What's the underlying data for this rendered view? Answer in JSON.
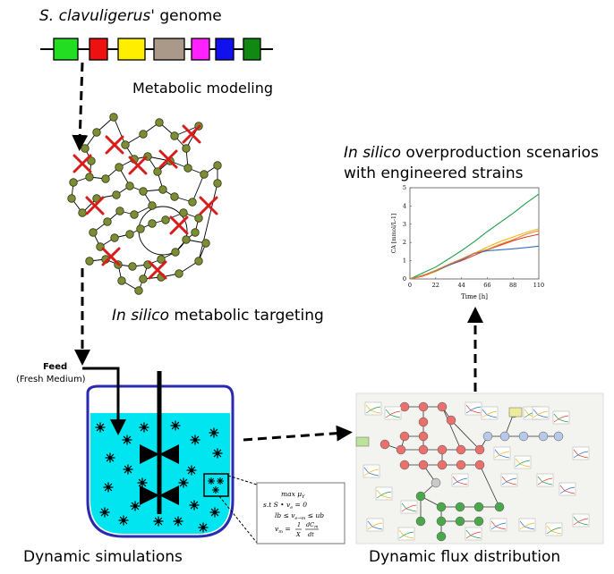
{
  "labels": {
    "genome_italic": "S. clavuligerus'",
    "genome_rest": " genome",
    "metabolic_modeling": "Metabolic modeling",
    "targeting_italic": "In silico",
    "targeting_rest": " metabolic targeting",
    "overproduction_italic": "In silico",
    "overproduction_line1_rest": " overproduction scenarios",
    "overproduction_line2": "with engineered strains",
    "feed": "Feed",
    "fresh_medium": "(Fresh Medium)",
    "dynamic_simulations": "Dynamic simulations",
    "dynamic_flux": "Dynamic flux distribution"
  },
  "genome_colors": [
    "#22dd22",
    "#ee1111",
    "#ffee00",
    "#aa9988",
    "#ff22ff",
    "#1111ee",
    "#118811"
  ],
  "equations": {
    "line1": "max μ",
    "line1_sub": "Y",
    "line2": "s.t   S • v",
    "line2_sub": "e",
    "line2_rest": " = 0",
    "line3": "lb ≤ v",
    "line3_sub": "e→m",
    "line3_rest": " ≤ ub",
    "line4_lhs": "v",
    "line4_sub": "m",
    "line4_eq": " = ",
    "line4_num": "1",
    "line4_den": "X",
    "line4_frac_num": "dC",
    "line4_frac_num_sub": "m",
    "line4_frac_den": "dt"
  },
  "chart_data": {
    "type": "line",
    "xlabel": "Time [h]",
    "ylabel": "CA [mmol/L-1]",
    "xticks": [
      0,
      22,
      44,
      66,
      88,
      110
    ],
    "yticks": [
      0,
      1,
      2,
      3,
      4,
      5
    ],
    "xlim": [
      0,
      110
    ],
    "ylim": [
      0,
      5
    ],
    "series": [
      {
        "color": "#1f9e4a",
        "points": [
          [
            0,
            0
          ],
          [
            10,
            0.3
          ],
          [
            22,
            0.65
          ],
          [
            33,
            1.1
          ],
          [
            44,
            1.55
          ],
          [
            55,
            2.05
          ],
          [
            66,
            2.6
          ],
          [
            77,
            3.1
          ],
          [
            88,
            3.6
          ],
          [
            99,
            4.15
          ],
          [
            110,
            4.65
          ]
        ]
      },
      {
        "color": "#f2b51a",
        "points": [
          [
            0,
            0
          ],
          [
            11,
            0.15
          ],
          [
            22,
            0.4
          ],
          [
            33,
            0.75
          ],
          [
            44,
            1.05
          ],
          [
            55,
            1.4
          ],
          [
            66,
            1.75
          ],
          [
            77,
            2.05
          ],
          [
            88,
            2.3
          ],
          [
            99,
            2.55
          ],
          [
            110,
            2.75
          ]
        ]
      },
      {
        "color": "#e23c2a",
        "points": [
          [
            0,
            0
          ],
          [
            11,
            0.15
          ],
          [
            22,
            0.45
          ],
          [
            33,
            0.75
          ],
          [
            44,
            1.0
          ],
          [
            55,
            1.3
          ],
          [
            66,
            1.6
          ],
          [
            77,
            1.85
          ],
          [
            88,
            2.1
          ],
          [
            99,
            2.3
          ],
          [
            110,
            2.45
          ]
        ]
      },
      {
        "color": "#2f6fc4",
        "points": [
          [
            0,
            0
          ],
          [
            11,
            0.2
          ],
          [
            22,
            0.45
          ],
          [
            33,
            0.75
          ],
          [
            44,
            1.05
          ],
          [
            55,
            1.4
          ],
          [
            66,
            1.55
          ],
          [
            77,
            1.6
          ],
          [
            88,
            1.65
          ],
          [
            99,
            1.72
          ],
          [
            110,
            1.8
          ]
        ]
      },
      {
        "color": "#e9862b",
        "points": [
          [
            0,
            0
          ],
          [
            11,
            0.18
          ],
          [
            22,
            0.48
          ],
          [
            33,
            0.8
          ],
          [
            44,
            1.1
          ],
          [
            55,
            1.42
          ],
          [
            66,
            1.62
          ],
          [
            77,
            1.9
          ],
          [
            88,
            2.15
          ],
          [
            99,
            2.45
          ],
          [
            110,
            2.65
          ]
        ]
      }
    ]
  }
}
